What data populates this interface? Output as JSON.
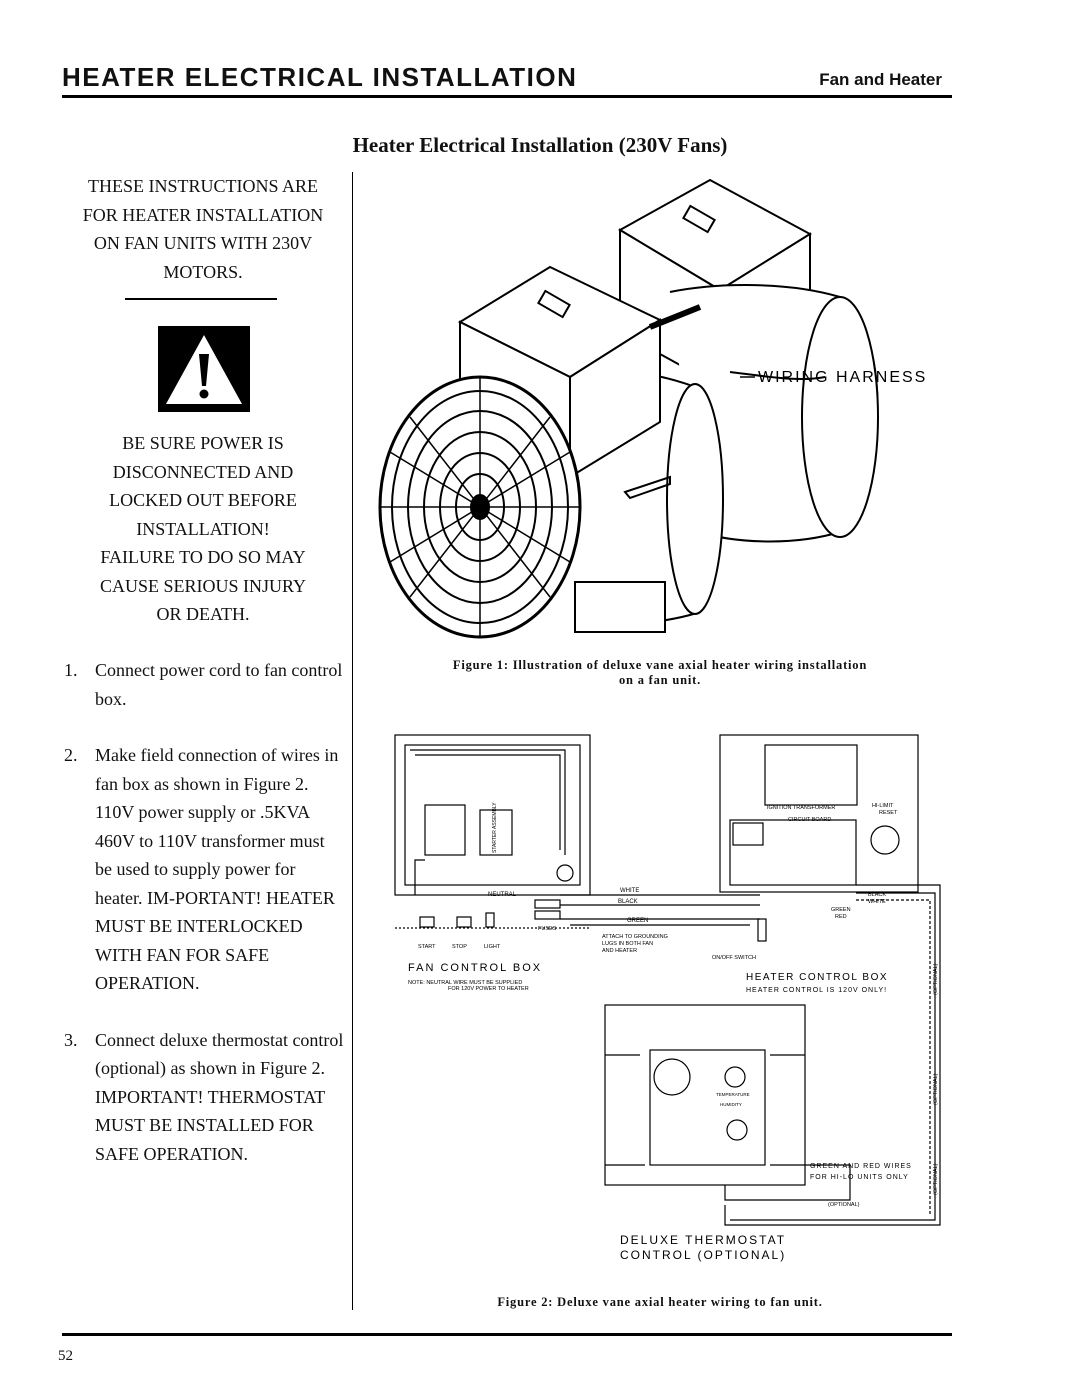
{
  "header": {
    "title": "HEATER ELECTRICAL INSTALLATION",
    "section": "Fan and Heater"
  },
  "subtitle": "Heater Electrical Installation (230V Fans)",
  "intro": [
    "THESE INSTRUCTIONS ARE",
    "FOR HEATER INSTALLATION",
    "ON FAN UNITS WITH 230V",
    "MOTORS."
  ],
  "warning_lines": [
    "BE SURE POWER IS",
    "DISCONNECTED AND",
    "LOCKED OUT BEFORE",
    "INSTALLATION!",
    "FAILURE TO DO SO MAY",
    "CAUSE SERIOUS INJURY",
    "OR DEATH."
  ],
  "steps": [
    {
      "num": "1.",
      "text": "Connect power cord to fan control box."
    },
    {
      "num": "2.",
      "text": "Make field connection of wires in fan box as shown in Figure 2. 110V power supply or .5KVA 460V to 110V transformer must be used to supply power for heater. IM-PORTANT! HEATER MUST BE INTERLOCKED WITH FAN FOR SAFE OPERATION."
    },
    {
      "num": "3.",
      "text": "Connect deluxe thermostat control (optional) as shown in Figure 2. IMPORTANT! THERMOSTAT MUST BE INSTALLED FOR SAFE OPERATION."
    }
  ],
  "figure1": {
    "label": "WIRING HARNESS",
    "caption_line1": "Figure 1: Illustration of deluxe vane axial heater wiring installation",
    "caption_line2": "on a fan unit."
  },
  "figure2": {
    "caption": "Figure 2: Deluxe vane axial heater wiring to fan unit.",
    "labels": {
      "neutral": "NEUTRAL",
      "white": "WHITE",
      "black": "BLACK",
      "green": "GREEN",
      "fuses": "FUSES",
      "start": "START",
      "stop": "STOP",
      "light": "LIGHT",
      "attach_1": "ATTACH TO GROUNDING",
      "attach_2": "LUGS IN BOTH FAN",
      "attach_3": "AND HEATER",
      "onoff": "ON/OFF SWITCH",
      "fan_box": "FAN CONTROL BOX",
      "note_1": "NOTE: NEUTRAL WIRE MUST BE SUPPLIED",
      "note_2": "FOR 120V POWER TO HEATER",
      "starter": "STARTER ASSEMBLY",
      "ignition": "IGNITION TRANSFORMER",
      "hilimit": "HI-LIMIT",
      "reset": "RESET",
      "circuit": "CIRCUIT BOARD",
      "black2": "BLACK",
      "white2": "WHITE",
      "green2": "GREEN",
      "red": "RED",
      "heater_box": "HEATER CONTROL BOX",
      "heater_note": "HEATER CONTROL IS 120V ONLY!",
      "optional": "(OPTIONAL)",
      "temperature": "TEMPERATURE",
      "humidity": "HUMIDITY",
      "green_red_1": "GREEN AND RED WIRES",
      "green_red_2": "FOR HI-LO UNITS ONLY",
      "thermostat_1": "DELUXE THERMOSTAT",
      "thermostat_2": "CONTROL (OPTIONAL)"
    }
  },
  "page_number": "52"
}
